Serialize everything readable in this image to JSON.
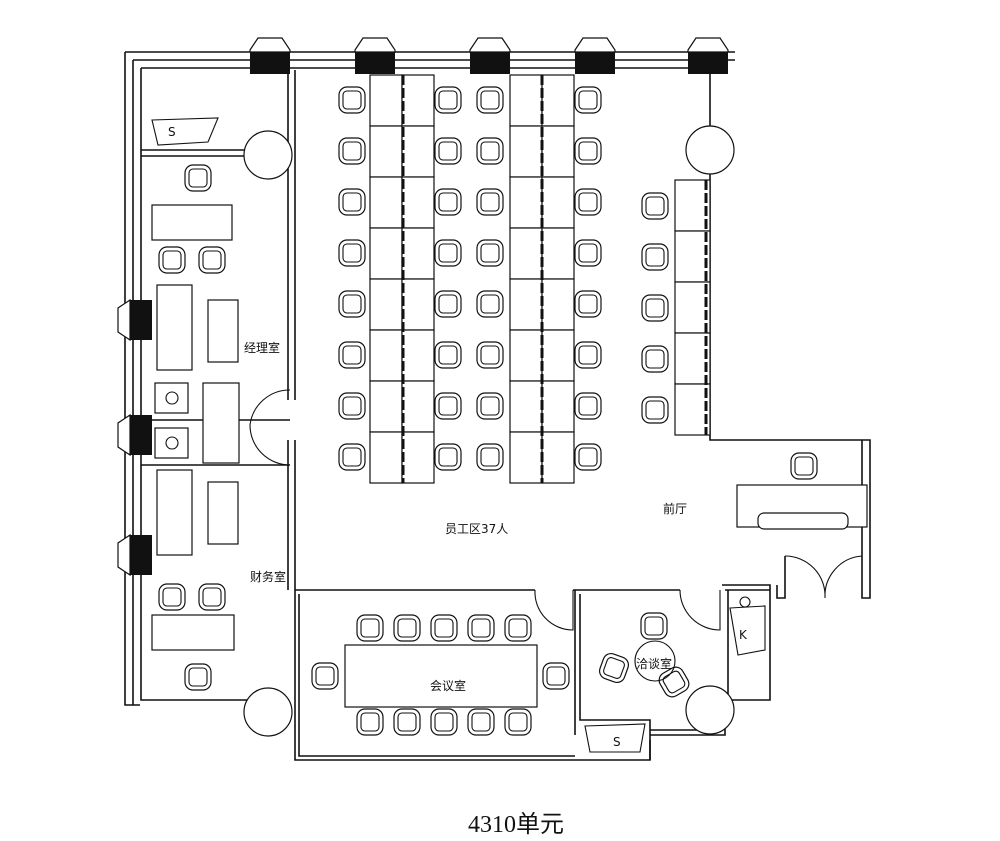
{
  "plan": {
    "caption": "4310单元",
    "rooms": {
      "manager": "经理室",
      "finance": "财务室",
      "staff_area": "员工区37人",
      "lobby": "前厅",
      "meeting": "会议室",
      "negotiation": "洽谈室"
    },
    "markers": {
      "safe_top": "S",
      "safe_bottom": "S",
      "kitchen": "K"
    },
    "line_color": "#111111"
  }
}
